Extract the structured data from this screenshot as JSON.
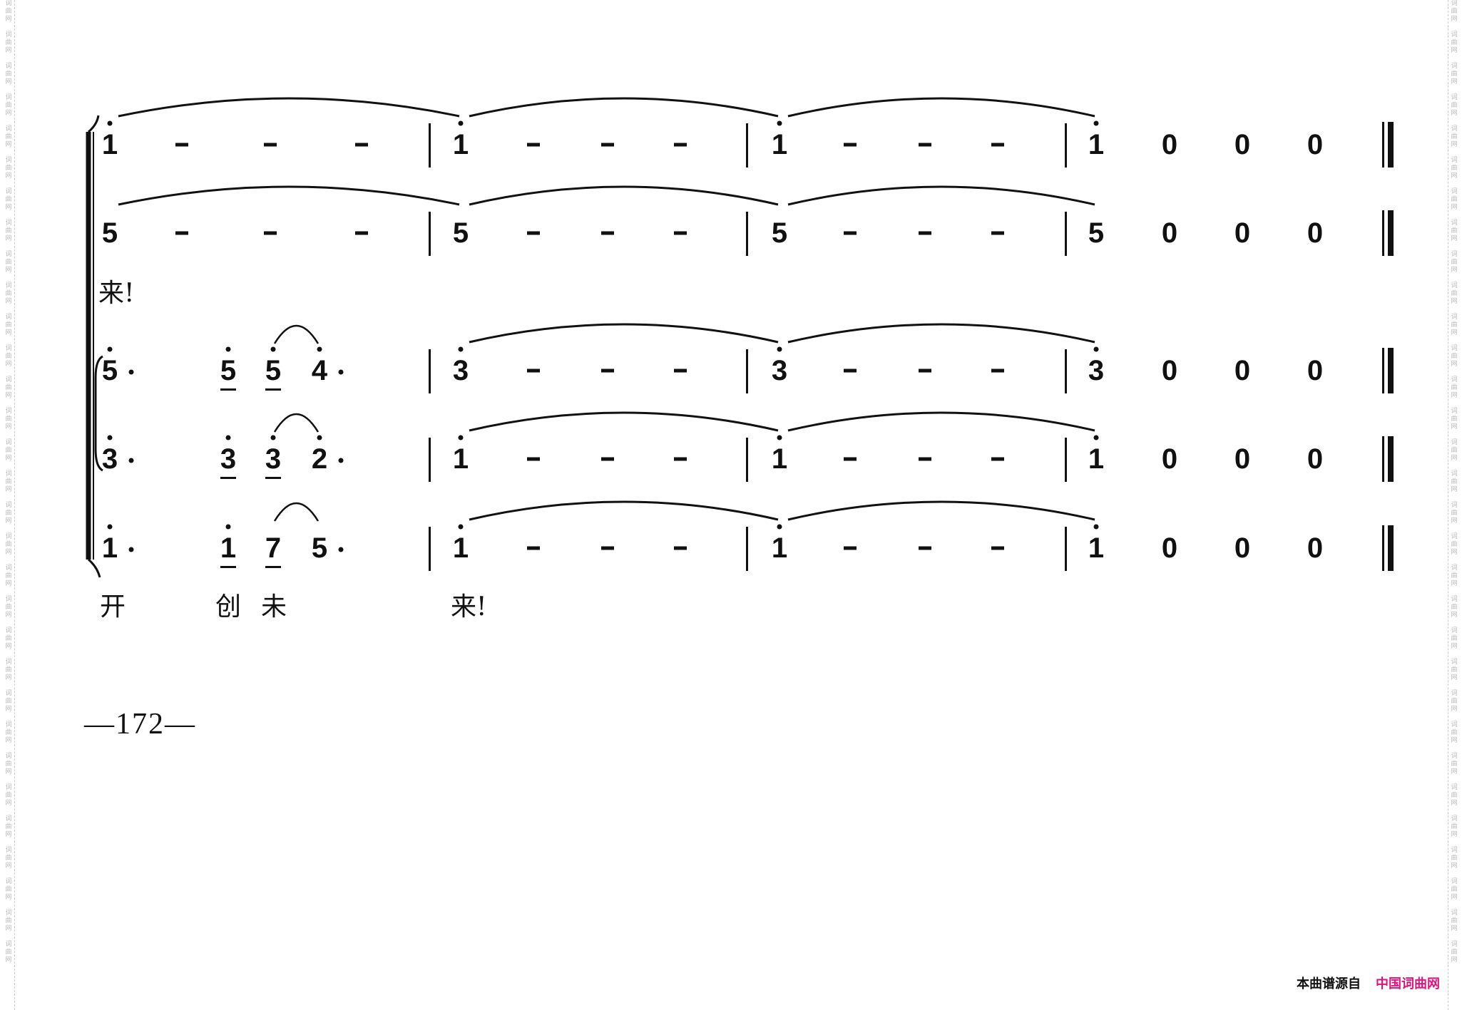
{
  "watermark": "词曲网",
  "rows": [
    {
      "name": "voice-1",
      "measures": [
        [
          {
            "n": "1",
            "hi": 1
          },
          {
            "n": "-"
          },
          {
            "n": "-"
          },
          {
            "n": "-"
          }
        ],
        [
          {
            "n": "1",
            "hi": 1
          },
          {
            "n": "-"
          },
          {
            "n": "-"
          },
          {
            "n": "-"
          }
        ],
        [
          {
            "n": "1",
            "hi": 1
          },
          {
            "n": "-"
          },
          {
            "n": "-"
          },
          {
            "n": "-"
          }
        ],
        [
          {
            "n": "1",
            "hi": 1
          },
          {
            "n": "0"
          },
          {
            "n": "0"
          },
          {
            "n": "0"
          }
        ]
      ]
    },
    {
      "name": "voice-2",
      "measures": [
        [
          {
            "n": "5"
          },
          {
            "n": "-"
          },
          {
            "n": "-"
          },
          {
            "n": "-"
          }
        ],
        [
          {
            "n": "5"
          },
          {
            "n": "-"
          },
          {
            "n": "-"
          },
          {
            "n": "-"
          }
        ],
        [
          {
            "n": "5"
          },
          {
            "n": "-"
          },
          {
            "n": "-"
          },
          {
            "n": "-"
          }
        ],
        [
          {
            "n": "5"
          },
          {
            "n": "0"
          },
          {
            "n": "0"
          },
          {
            "n": "0"
          }
        ]
      ]
    },
    {
      "name": "voice-3",
      "measures": [
        [
          {
            "n": "5",
            "hi": 1,
            "dot": 1
          },
          {
            "n": "5",
            "hi": 1,
            "ul": 1
          },
          {
            "n": "5",
            "hi": 1,
            "ul": 1
          },
          {
            "n": "4",
            "hi": 1,
            "dot": 1
          }
        ],
        [
          {
            "n": "3",
            "hi": 1
          },
          {
            "n": "-"
          },
          {
            "n": "-"
          },
          {
            "n": "-"
          }
        ],
        [
          {
            "n": "3",
            "hi": 1
          },
          {
            "n": "-"
          },
          {
            "n": "-"
          },
          {
            "n": "-"
          }
        ],
        [
          {
            "n": "3",
            "hi": 1
          },
          {
            "n": "0"
          },
          {
            "n": "0"
          },
          {
            "n": "0"
          }
        ]
      ]
    },
    {
      "name": "voice-4",
      "measures": [
        [
          {
            "n": "3",
            "hi": 1,
            "dot": 1
          },
          {
            "n": "3",
            "hi": 1,
            "ul": 1
          },
          {
            "n": "3",
            "hi": 1,
            "ul": 1
          },
          {
            "n": "2",
            "hi": 1,
            "dot": 1
          }
        ],
        [
          {
            "n": "1",
            "hi": 1
          },
          {
            "n": "-"
          },
          {
            "n": "-"
          },
          {
            "n": "-"
          }
        ],
        [
          {
            "n": "1",
            "hi": 1
          },
          {
            "n": "-"
          },
          {
            "n": "-"
          },
          {
            "n": "-"
          }
        ],
        [
          {
            "n": "1",
            "hi": 1
          },
          {
            "n": "0"
          },
          {
            "n": "0"
          },
          {
            "n": "0"
          }
        ]
      ]
    },
    {
      "name": "voice-5",
      "measures": [
        [
          {
            "n": "1",
            "hi": 1,
            "dot": 1
          },
          {
            "n": "1",
            "hi": 1,
            "ul": 1
          },
          {
            "n": "7",
            "ul": 1
          },
          {
            "n": "5",
            "dot": 1
          }
        ],
        [
          {
            "n": "1",
            "hi": 1
          },
          {
            "n": "-"
          },
          {
            "n": "-"
          },
          {
            "n": "-"
          }
        ],
        [
          {
            "n": "1",
            "hi": 1
          },
          {
            "n": "-"
          },
          {
            "n": "-"
          },
          {
            "n": "-"
          }
        ],
        [
          {
            "n": "1",
            "hi": 1
          },
          {
            "n": "0"
          },
          {
            "n": "0"
          },
          {
            "n": "0"
          }
        ]
      ]
    }
  ],
  "lyrics_upper": [
    "来!"
  ],
  "lyrics_lower": [
    "开",
    "创",
    "未",
    "来!"
  ],
  "page_number": "—172—",
  "footer": {
    "source_label": "本曲谱源自",
    "site_name": "中国词曲网",
    "site_color": "#e0137a"
  }
}
